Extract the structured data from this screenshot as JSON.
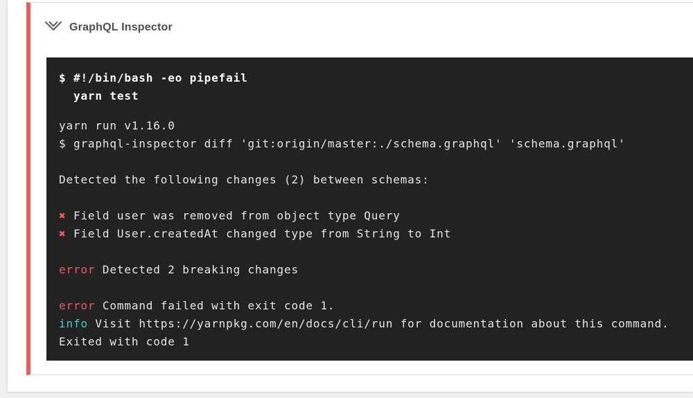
{
  "header": {
    "title": "GraphQL Inspector",
    "collapse_icon": "double-chevron-down-icon"
  },
  "colors": {
    "accent_red": "#ef5b5e",
    "info_cyan": "#4ac9d6",
    "terminal_bg": "#222222",
    "terminal_text": "#e6e6e4",
    "command_text": "#fafafa",
    "header_text": "#4d4d4d",
    "icon_gray": "#5c5c5c",
    "card_border": "#dedede",
    "page_bg": "#f0f0f0"
  },
  "terminal": {
    "command_lines": [
      "$ #!/bin/bash -eo pipefail",
      "  yarn test"
    ],
    "output_lines": [
      {
        "segments": [
          {
            "text": "yarn run v1.16.0"
          }
        ]
      },
      {
        "segments": [
          {
            "text": "$ graphql-inspector diff 'git:origin/master:./schema.graphql' 'schema.graphql'"
          }
        ]
      },
      {
        "segments": []
      },
      {
        "segments": [
          {
            "text": "Detected the following changes (2) between schemas:"
          }
        ]
      },
      {
        "segments": []
      },
      {
        "segments": [
          {
            "text": "✖",
            "color": "red"
          },
          {
            "text": " Field user was removed from object type Query"
          }
        ]
      },
      {
        "segments": [
          {
            "text": "✖",
            "color": "red"
          },
          {
            "text": " Field User.createdAt changed type from String to Int"
          }
        ]
      },
      {
        "segments": []
      },
      {
        "segments": [
          {
            "text": "error",
            "color": "red"
          },
          {
            "text": " Detected 2 breaking changes"
          }
        ]
      },
      {
        "segments": []
      },
      {
        "segments": [
          {
            "text": "error",
            "color": "red"
          },
          {
            "text": " Command failed with exit code 1."
          }
        ]
      },
      {
        "segments": [
          {
            "text": "info",
            "color": "cyan"
          },
          {
            "text": " Visit https://yarnpkg.com/en/docs/cli/run for documentation about this command."
          }
        ]
      },
      {
        "segments": [
          {
            "text": "Exited with code 1"
          }
        ]
      }
    ]
  }
}
